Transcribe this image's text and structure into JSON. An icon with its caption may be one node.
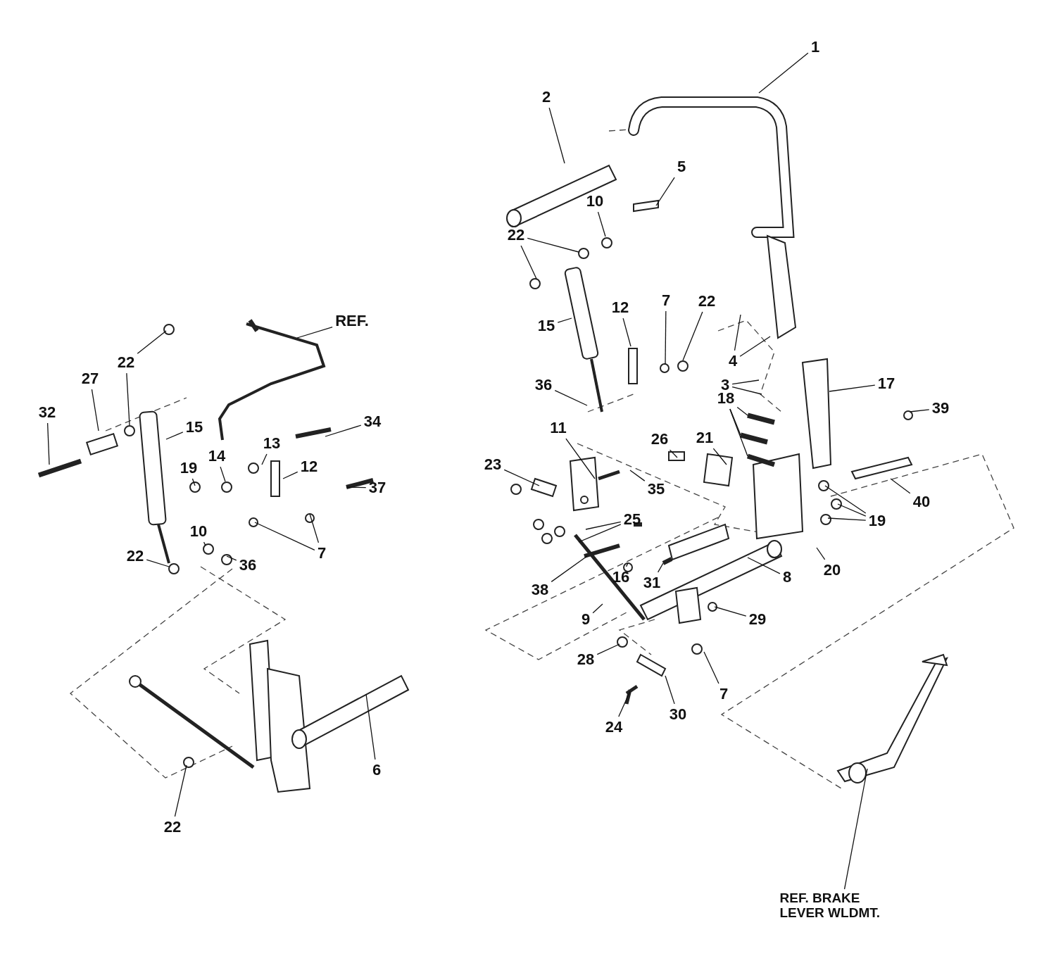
{
  "diagram": {
    "nodes": [
      {
        "text": [
          "1"
        ]
      },
      {
        "text": [
          "2"
        ]
      },
      {
        "text": [
          "5"
        ]
      },
      {
        "text": [
          "10"
        ]
      },
      {
        "text": [
          "22"
        ]
      },
      {
        "text": [
          "12"
        ]
      },
      {
        "text": [
          "7"
        ]
      },
      {
        "text": [
          "22"
        ]
      },
      {
        "text": [
          "REF."
        ]
      },
      {
        "text": [
          "15"
        ]
      },
      {
        "text": [
          "4"
        ]
      },
      {
        "text": [
          "22"
        ]
      },
      {
        "text": [
          "27"
        ]
      },
      {
        "text": [
          "17"
        ]
      },
      {
        "text": [
          "36"
        ]
      },
      {
        "text": [
          "3"
        ]
      },
      {
        "text": [
          "18"
        ]
      },
      {
        "text": [
          "39"
        ]
      },
      {
        "text": [
          "32"
        ]
      },
      {
        "text": [
          "34"
        ]
      },
      {
        "text": [
          "15"
        ]
      },
      {
        "text": [
          "11"
        ]
      },
      {
        "text": [
          "26"
        ]
      },
      {
        "text": [
          "21"
        ]
      },
      {
        "text": [
          "13"
        ]
      },
      {
        "text": [
          "14"
        ]
      },
      {
        "text": [
          "23"
        ]
      },
      {
        "text": [
          "12"
        ]
      },
      {
        "text": [
          "19"
        ]
      },
      {
        "text": [
          "37"
        ]
      },
      {
        "text": [
          "35"
        ]
      },
      {
        "text": [
          "40"
        ]
      },
      {
        "text": [
          "25"
        ]
      },
      {
        "text": [
          "19"
        ]
      },
      {
        "text": [
          "10"
        ]
      },
      {
        "text": [
          "7"
        ]
      },
      {
        "text": [
          "22"
        ]
      },
      {
        "text": [
          "36"
        ]
      },
      {
        "text": [
          "20"
        ]
      },
      {
        "text": [
          "8"
        ]
      },
      {
        "text": [
          "16"
        ]
      },
      {
        "text": [
          "31"
        ]
      },
      {
        "text": [
          "38"
        ]
      },
      {
        "text": [
          "29"
        ]
      },
      {
        "text": [
          "9"
        ]
      },
      {
        "text": [
          "28"
        ]
      },
      {
        "text": [
          "7"
        ]
      },
      {
        "text": [
          "30"
        ]
      },
      {
        "text": [
          "24"
        ]
      },
      {
        "text": [
          "6"
        ]
      },
      {
        "text": [
          "22"
        ]
      },
      {
        "text": [
          "REF. BRAKE LEVER WLDMT."
        ]
      }
    ],
    "edges": [
      {
        "from": 0,
        "to": null,
        "arrow": "none"
      },
      {
        "from": 1,
        "to": null,
        "arrow": "none"
      },
      {
        "from": 2,
        "to": null,
        "arrow": "none"
      },
      {
        "from": 3,
        "to": null,
        "arrow": "none"
      },
      {
        "from": 4,
        "to": null,
        "arrow": "none"
      },
      {
        "from": 4,
        "to": null,
        "arrow": "none"
      },
      {
        "from": 5,
        "to": null,
        "arrow": "none"
      },
      {
        "from": 6,
        "to": null,
        "arrow": "none"
      },
      {
        "from": 7,
        "to": null,
        "arrow": "none"
      },
      {
        "from": 8,
        "to": null,
        "arrow": "none"
      },
      {
        "from": 9,
        "to": null,
        "arrow": "none"
      },
      {
        "from": 10,
        "to": null,
        "arrow": "none"
      },
      {
        "from": 10,
        "to": null,
        "arrow": "none"
      },
      {
        "from": 11,
        "to": null,
        "arrow": "none"
      },
      {
        "from": 11,
        "to": null,
        "arrow": "none"
      },
      {
        "from": 12,
        "to": null,
        "arrow": "none"
      },
      {
        "from": 13,
        "to": null,
        "arrow": "none"
      },
      {
        "from": 14,
        "to": null,
        "arrow": "none"
      },
      {
        "from": 15,
        "to": null,
        "arrow": "none"
      },
      {
        "from": 15,
        "to": null,
        "arrow": "none"
      },
      {
        "from": 16,
        "to": null,
        "arrow": "none"
      },
      {
        "from": 16,
        "to": null,
        "arrow": "none"
      },
      {
        "from": 16,
        "to": null,
        "arrow": "none"
      },
      {
        "from": 17,
        "to": null,
        "arrow": "none"
      },
      {
        "from": 18,
        "to": null,
        "arrow": "none"
      },
      {
        "from": 19,
        "to": null,
        "arrow": "none"
      },
      {
        "from": 20,
        "to": null,
        "arrow": "none"
      },
      {
        "from": 21,
        "to": null,
        "arrow": "none"
      },
      {
        "from": 22,
        "to": null,
        "arrow": "none"
      },
      {
        "from": 23,
        "to": null,
        "arrow": "none"
      },
      {
        "from": 24,
        "to": null,
        "arrow": "none"
      },
      {
        "from": 25,
        "to": null,
        "arrow": "none"
      },
      {
        "from": 26,
        "to": null,
        "arrow": "none"
      },
      {
        "from": 27,
        "to": null,
        "arrow": "none"
      },
      {
        "from": 28,
        "to": null,
        "arrow": "none"
      },
      {
        "from": 29,
        "to": null,
        "arrow": "none"
      },
      {
        "from": 30,
        "to": null,
        "arrow": "none"
      },
      {
        "from": 31,
        "to": null,
        "arrow": "none"
      },
      {
        "from": 32,
        "to": null,
        "arrow": "none"
      },
      {
        "from": 32,
        "to": null,
        "arrow": "none"
      },
      {
        "from": 33,
        "to": null,
        "arrow": "none"
      },
      {
        "from": 33,
        "to": null,
        "arrow": "none"
      },
      {
        "from": 33,
        "to": null,
        "arrow": "none"
      },
      {
        "from": 34,
        "to": null,
        "arrow": "none"
      },
      {
        "from": 35,
        "to": null,
        "arrow": "none"
      },
      {
        "from": 35,
        "to": null,
        "arrow": "none"
      },
      {
        "from": 36,
        "to": null,
        "arrow": "none"
      },
      {
        "from": 37,
        "to": null,
        "arrow": "none"
      },
      {
        "from": 38,
        "to": null,
        "arrow": "none"
      },
      {
        "from": 39,
        "to": null,
        "arrow": "none"
      },
      {
        "from": 40,
        "to": null,
        "arrow": "none"
      },
      {
        "from": 41,
        "to": null,
        "arrow": "none"
      },
      {
        "from": 42,
        "to": null,
        "arrow": "none"
      },
      {
        "from": 43,
        "to": null,
        "arrow": "none"
      },
      {
        "from": 44,
        "to": null,
        "arrow": "none"
      },
      {
        "from": 45,
        "to": null,
        "arrow": "none"
      },
      {
        "from": 46,
        "to": null,
        "arrow": "none"
      },
      {
        "from": 47,
        "to": null,
        "arrow": "none"
      },
      {
        "from": 48,
        "to": null,
        "arrow": "none"
      },
      {
        "from": 49,
        "to": null,
        "arrow": "none"
      },
      {
        "from": 50,
        "to": null,
        "arrow": "none"
      },
      {
        "from": 51,
        "to": null,
        "arrow": "none"
      }
    ]
  }
}
